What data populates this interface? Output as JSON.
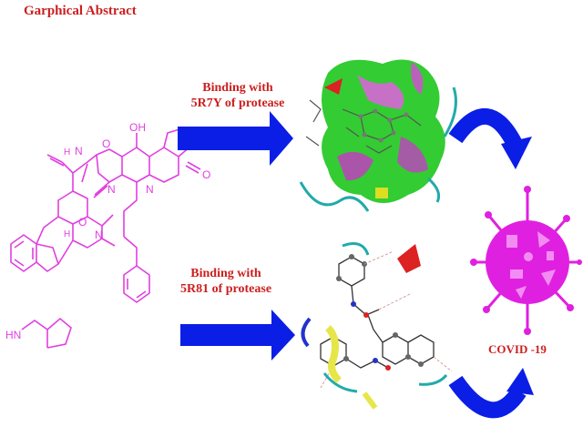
{
  "title": "Garphical Abstract",
  "molecule": {
    "labels": [
      "N",
      "H",
      "O",
      "OH",
      "N",
      "O",
      "N",
      "O",
      "H",
      "N",
      "HN"
    ]
  },
  "bindings": [
    {
      "line1": "Binding  with",
      "line2": "5R7Y of protease"
    },
    {
      "line1": "Binding with",
      "line2": "5R81 of protease"
    }
  ],
  "virus_label": "COVID -19",
  "colors": {
    "title": "#cc1f1f",
    "molecule": "#e040e0",
    "arrow": "#0b1ee6",
    "virus": "#e020e0",
    "surface_green": "#33cc33"
  }
}
